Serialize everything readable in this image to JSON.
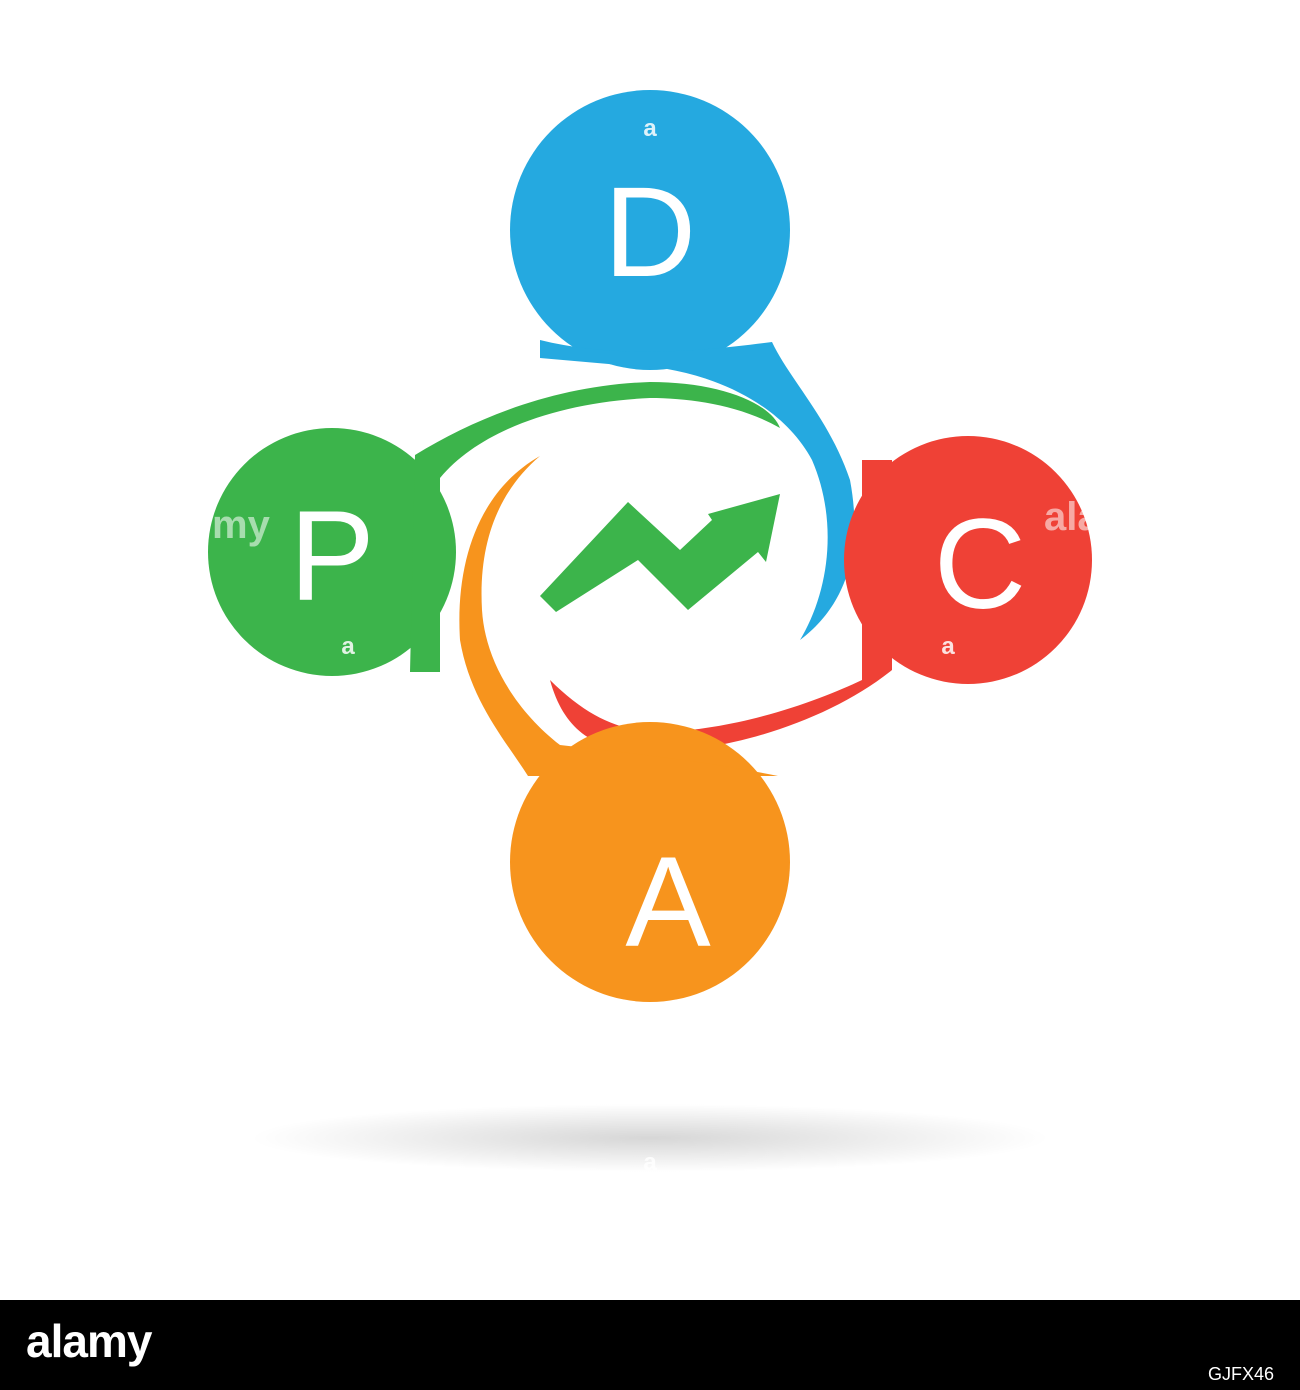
{
  "diagram": {
    "nodes": [
      {
        "id": "plan",
        "letter": "P",
        "color": "#3cb44b"
      },
      {
        "id": "do",
        "letter": "D",
        "color": "#25a9e0"
      },
      {
        "id": "check",
        "letter": "C",
        "color": "#ef4136"
      },
      {
        "id": "act",
        "letter": "A",
        "color": "#f7941d"
      }
    ],
    "center_icon": "trend-up-arrow-icon",
    "center_icon_color": "#3cb44b"
  },
  "watermark": {
    "mark": "a",
    "word_left": "my",
    "word_right": "ala"
  },
  "footer": {
    "brand": "alamy",
    "image_id": "GJFX46"
  }
}
